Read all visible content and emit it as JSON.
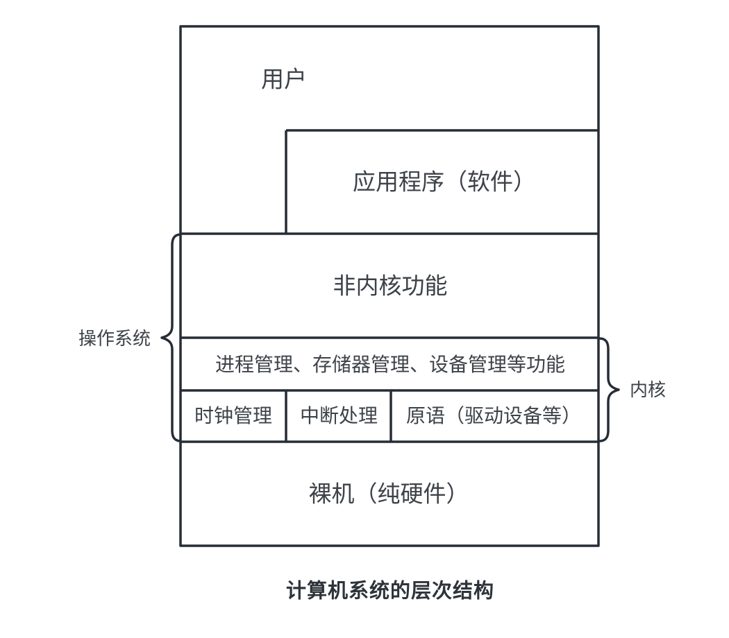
{
  "caption": "计算机系统的层次结构",
  "boxes": {
    "user": "用户",
    "application": "应用程序（软件）",
    "non_kernel": "非内核功能",
    "kernel_functions": "进程管理、存储器管理、设备管理等功能",
    "kernel_cells": [
      "时钟管理",
      "中断处理",
      "原语（驱动设备等）"
    ],
    "hardware": "裸机（纯硬件）"
  },
  "brace_labels": {
    "operating_system": "操作系统",
    "kernel": "内核"
  },
  "colors": {
    "line": "#262d36",
    "text": "#3d4248",
    "background": "#ffffff"
  }
}
